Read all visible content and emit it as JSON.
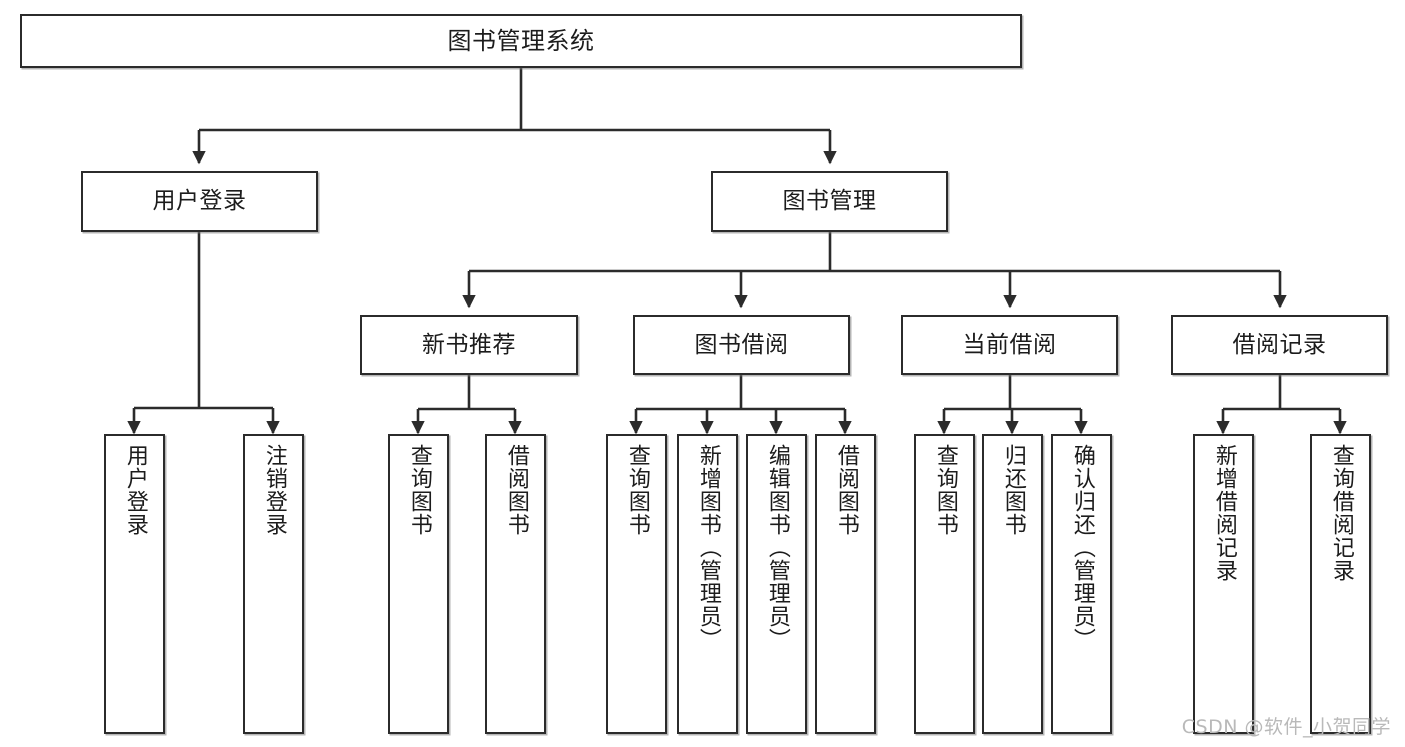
{
  "diagram": {
    "title": "图书管理系统",
    "type": "tree",
    "watermark": "CSDN @软件_小贺同学",
    "colors": {
      "box_border": "#2b2b2b",
      "box_fill": "#ffffff",
      "edge": "#2b2b2b",
      "text": "#1c1c1c",
      "watermark": "#b9b9b9"
    },
    "nodes": {
      "root": {
        "label": "图书管理系统"
      },
      "level2": [
        {
          "id": "user-login",
          "label": "用户登录"
        },
        {
          "id": "book-manage",
          "label": "图书管理"
        }
      ],
      "level3": [
        {
          "id": "new-book-rec",
          "label": "新书推荐"
        },
        {
          "id": "book-borrow",
          "label": "图书借阅"
        },
        {
          "id": "current-borrow",
          "label": "当前借阅"
        },
        {
          "id": "borrow-record",
          "label": "借阅记录"
        }
      ],
      "leaves": {
        "user-login": [
          {
            "id": "leaf-user-login",
            "label": "用户登录"
          },
          {
            "id": "leaf-logout",
            "label": "注销登录"
          }
        ],
        "new-book-rec": [
          {
            "id": "leaf-query-book-1",
            "label": "查询图书"
          },
          {
            "id": "leaf-borrow-book-1",
            "label": "借阅图书"
          }
        ],
        "book-borrow": [
          {
            "id": "leaf-query-book-2",
            "label": "查询图书"
          },
          {
            "id": "leaf-add-book",
            "label": "新增图书（管理员）"
          },
          {
            "id": "leaf-edit-book",
            "label": "编辑图书（管理员）"
          },
          {
            "id": "leaf-borrow-book-2",
            "label": "借阅图书"
          }
        ],
        "current-borrow": [
          {
            "id": "leaf-query-book-3",
            "label": "查询图书"
          },
          {
            "id": "leaf-return-book",
            "label": "归还图书"
          },
          {
            "id": "leaf-confirm-return",
            "label": "确认归还（管理员）"
          }
        ],
        "borrow-record": [
          {
            "id": "leaf-add-record",
            "label": "新增借阅记录"
          },
          {
            "id": "leaf-query-record",
            "label": "查询借阅记录"
          }
        ]
      }
    }
  }
}
